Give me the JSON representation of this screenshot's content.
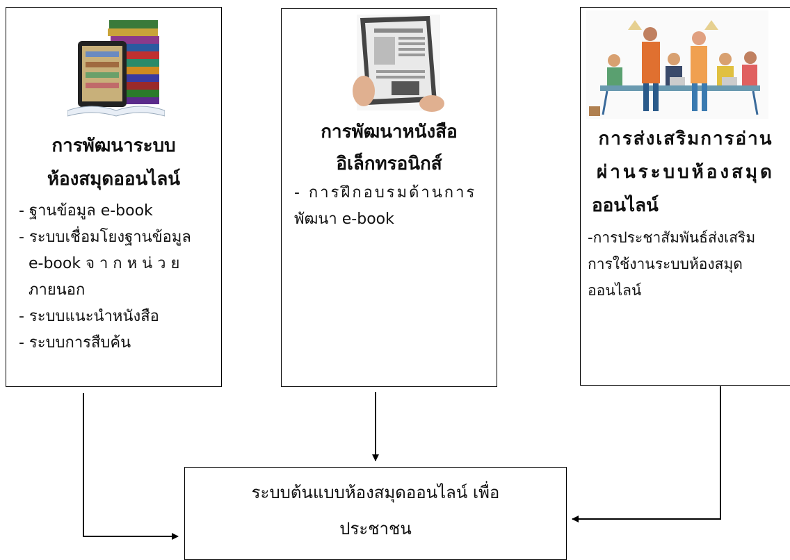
{
  "boxes": {
    "development_system": {
      "title_line1": "การพัฒนาระบบ",
      "title_line2": "ห้องสมุดออนไลน์",
      "items": [
        "- ฐานข้อมูล e-book",
        "- ระบบเชื่อมโยงฐานข้อมูล",
        "  e-book จ า ก ห น่ ว ย",
        "  ภายนอก",
        "- ระบบแนะนำหนังสือ",
        "- ระบบการสืบค้น"
      ]
    },
    "ebook_development": {
      "title_line1": "การพัฒนาหนังสือ",
      "title_line2": "อิเล็กทรอนิกส์",
      "items": [
        "- การฝึกอบรมด้านการ",
        "พัฒนา e-book"
      ]
    },
    "reading_promotion": {
      "title_line1": "การส่งเสริมการอ่าน",
      "title_line2": "ผ่านระบบห้องสมุด",
      "title_line3": "ออนไลน์",
      "items": [
        "-การประชาสัมพันธ์ส่งเสริม",
        "การใช้งานระบบห้องสมุด",
        "ออนไลน์"
      ]
    },
    "prototype": {
      "line1": "ระบบต้นแบบห้องสมุดออนไลน์ เพื่อ",
      "line2": "ประชาชน"
    }
  },
  "icons": [
    "books-tablet-icon",
    "ereader-hands-icon",
    "team-meeting-icon"
  ],
  "colors": {
    "border": "#000000",
    "background": "#ffffff"
  }
}
